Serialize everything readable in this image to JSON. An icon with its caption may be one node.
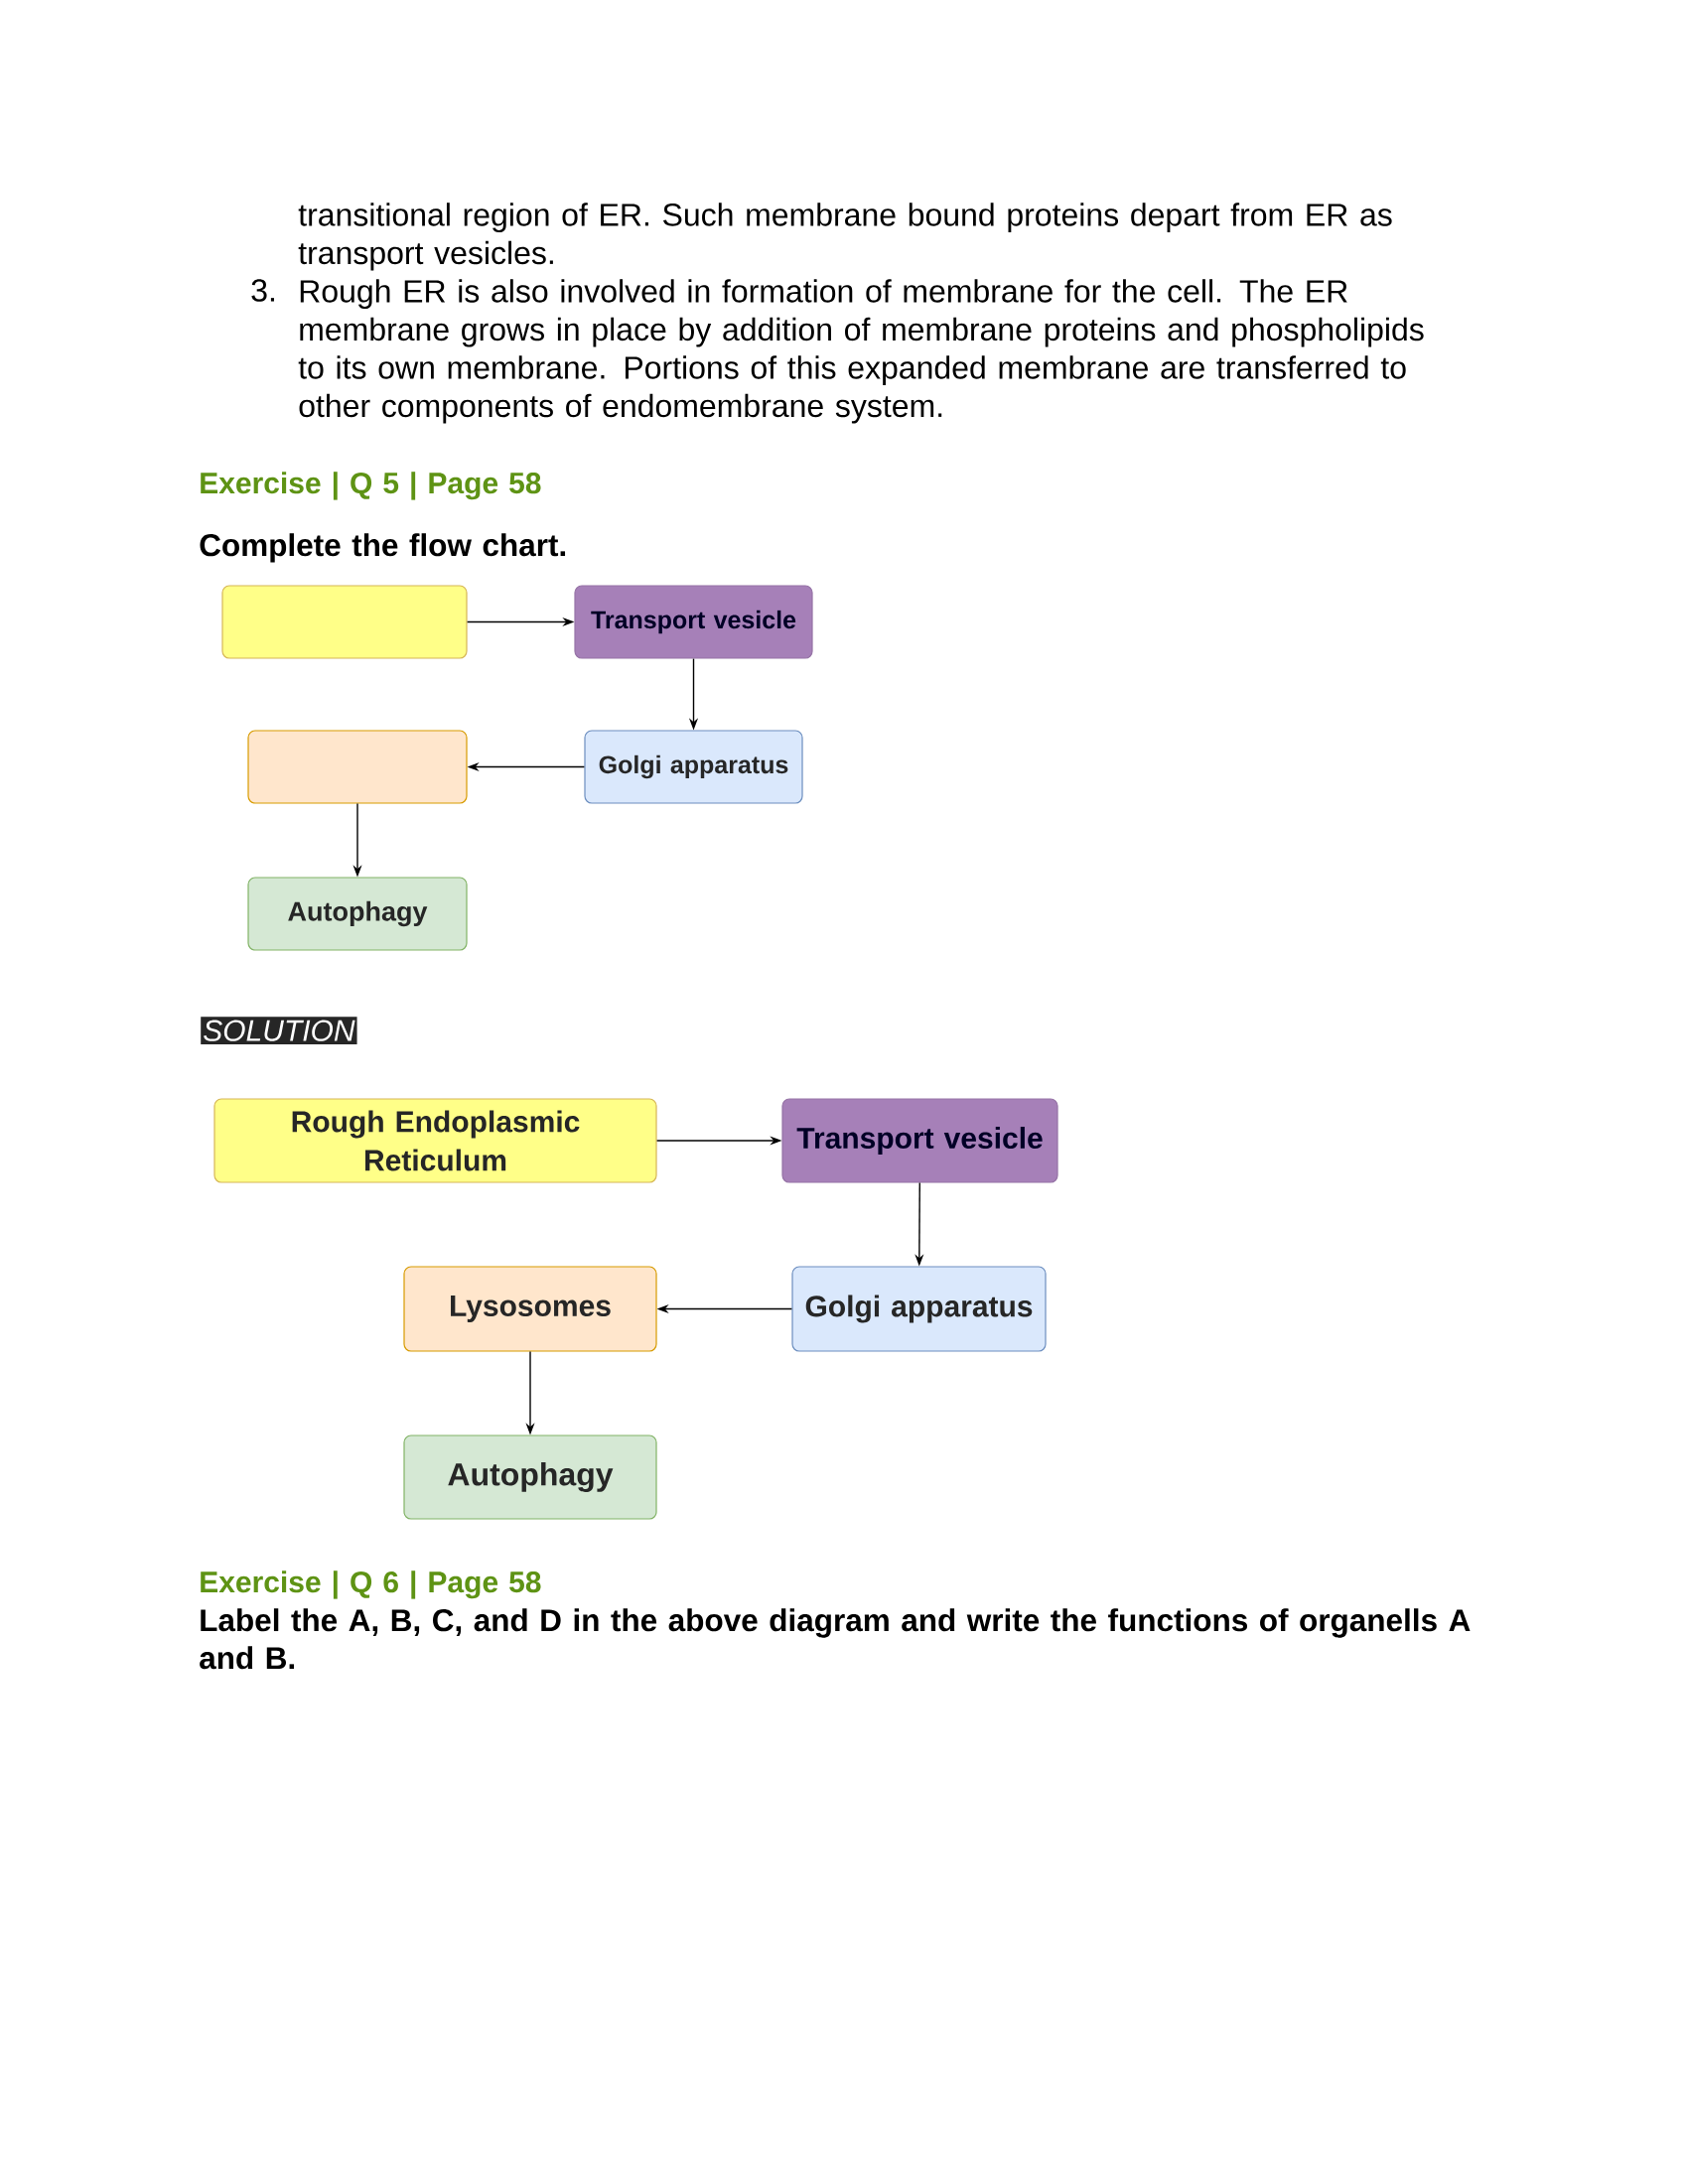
{
  "diagram": {
    "nodes": [
      {
        "text": [],
        "shape": "box"
      },
      {
        "text": [
          "Transport vesicle"
        ]
      },
      {
        "text": [
          "Golgi apparatus"
        ]
      },
      {
        "text": [],
        "shape": "box"
      },
      {
        "text": [
          "Autophagy"
        ]
      },
      {
        "text": [
          "Rough Endoplasmic Reticulum"
        ]
      },
      {
        "text": [
          "Transport vesicle"
        ]
      },
      {
        "text": [
          "Golgi apparatus"
        ]
      },
      {
        "text": [
          "Lysosomes"
        ]
      },
      {
        "text": [
          "Autophagy"
        ]
      }
    ],
    "edges": [
      {
        "from": 0,
        "to": 1,
        "arrow": "to"
      },
      {
        "from": 1,
        "to": 2,
        "arrow": "to"
      },
      {
        "from": 2,
        "to": 3,
        "arrow": "to"
      },
      {
        "from": 3,
        "to": 4,
        "arrow": "to"
      },
      {
        "from": 5,
        "to": 6,
        "arrow": "to"
      },
      {
        "from": 6,
        "to": 7,
        "arrow": "to"
      },
      {
        "from": 7,
        "to": 8,
        "arrow": "to"
      },
      {
        "from": 8,
        "to": 9,
        "arrow": "to"
      }
    ],
    "labels": [
      "transitional region of ER. Such membrane bound proteins depart from ER as transport vesicles.",
      "3.",
      "Rough ER is also involved in formation of membrane for the cell. The ER membrane grows in place by addition of membrane proteins and phospholipids to its own membrane. Portions of this expanded membrane are transferred to other components of endomembrane system.",
      "Exercise | Q 5 | Page 58",
      "Complete the flow chart.",
      "SOLUTION",
      "Exercise | Q 6 | Page 58",
      "Label the A, B, C, and D in the above diagram and write the functions of organells A and B."
    ]
  }
}
